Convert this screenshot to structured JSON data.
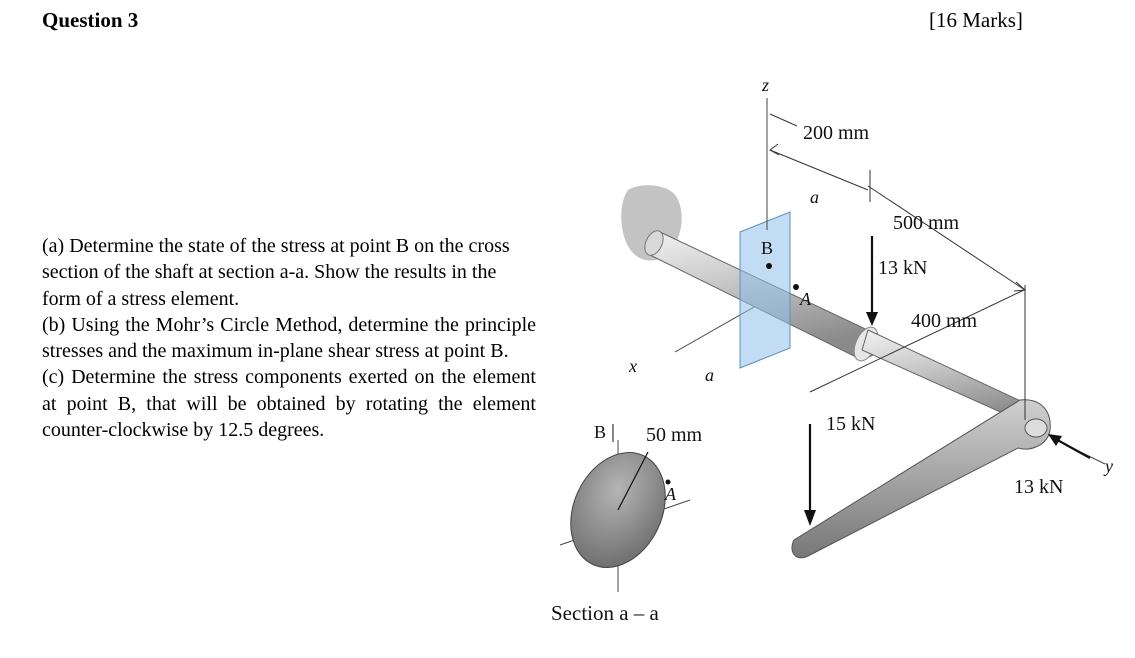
{
  "header": {
    "title": "Question 3",
    "marks": "[16 Marks]"
  },
  "parts": [
    "(a) Determine the state of the stress at point B on the cross section of the shaft at section a-a. Show the results in the form of a stress element.",
    "(b) Using the Mohr’s Circle Method, determine the principle stresses and the maximum in-plane shear stress at point B.",
    "(c) Determine the stress components exerted on the element at point B, that will be obtained by rotating the element counter-clockwise by 12.5 degrees."
  ],
  "figure": {
    "axis_z": "z",
    "axis_x": "x",
    "axis_y": "y",
    "section_mark_top": "a",
    "section_mark_bottom": "a",
    "point_b": "B",
    "point_a": "A",
    "dim_200": "200 mm",
    "dim_500": "500 mm",
    "dim_400": "400 mm",
    "force_13_vertical": "13 kN",
    "force_15": "15 kN",
    "force_13_horizontal": "13 kN",
    "section_point_b": "B",
    "section_point_a": "A",
    "section_dim": "50 mm",
    "section_caption": "Section a – a"
  }
}
